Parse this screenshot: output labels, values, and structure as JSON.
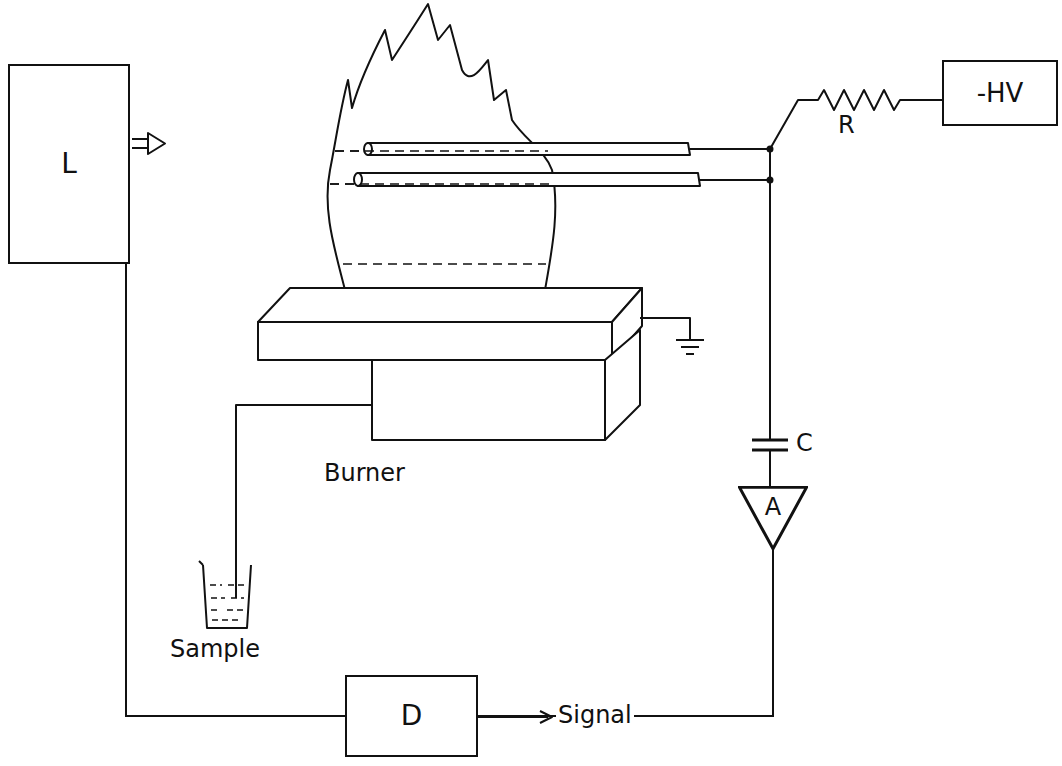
{
  "diagram": {
    "nodes": [
      {
        "text": [
          "L"
        ]
      },
      {
        "text": [
          "-HV"
        ]
      },
      {
        "text": [
          "A"
        ]
      },
      {
        "text": [
          "D"
        ]
      }
    ],
    "edges": [
      {
        "from": 0,
        "to": 3,
        "arrow": "none"
      },
      {
        "from": 2,
        "to": 3,
        "arrow": "none"
      }
    ],
    "labels": [
      "R",
      "C",
      "Burner",
      "Sample",
      "Signal"
    ]
  }
}
